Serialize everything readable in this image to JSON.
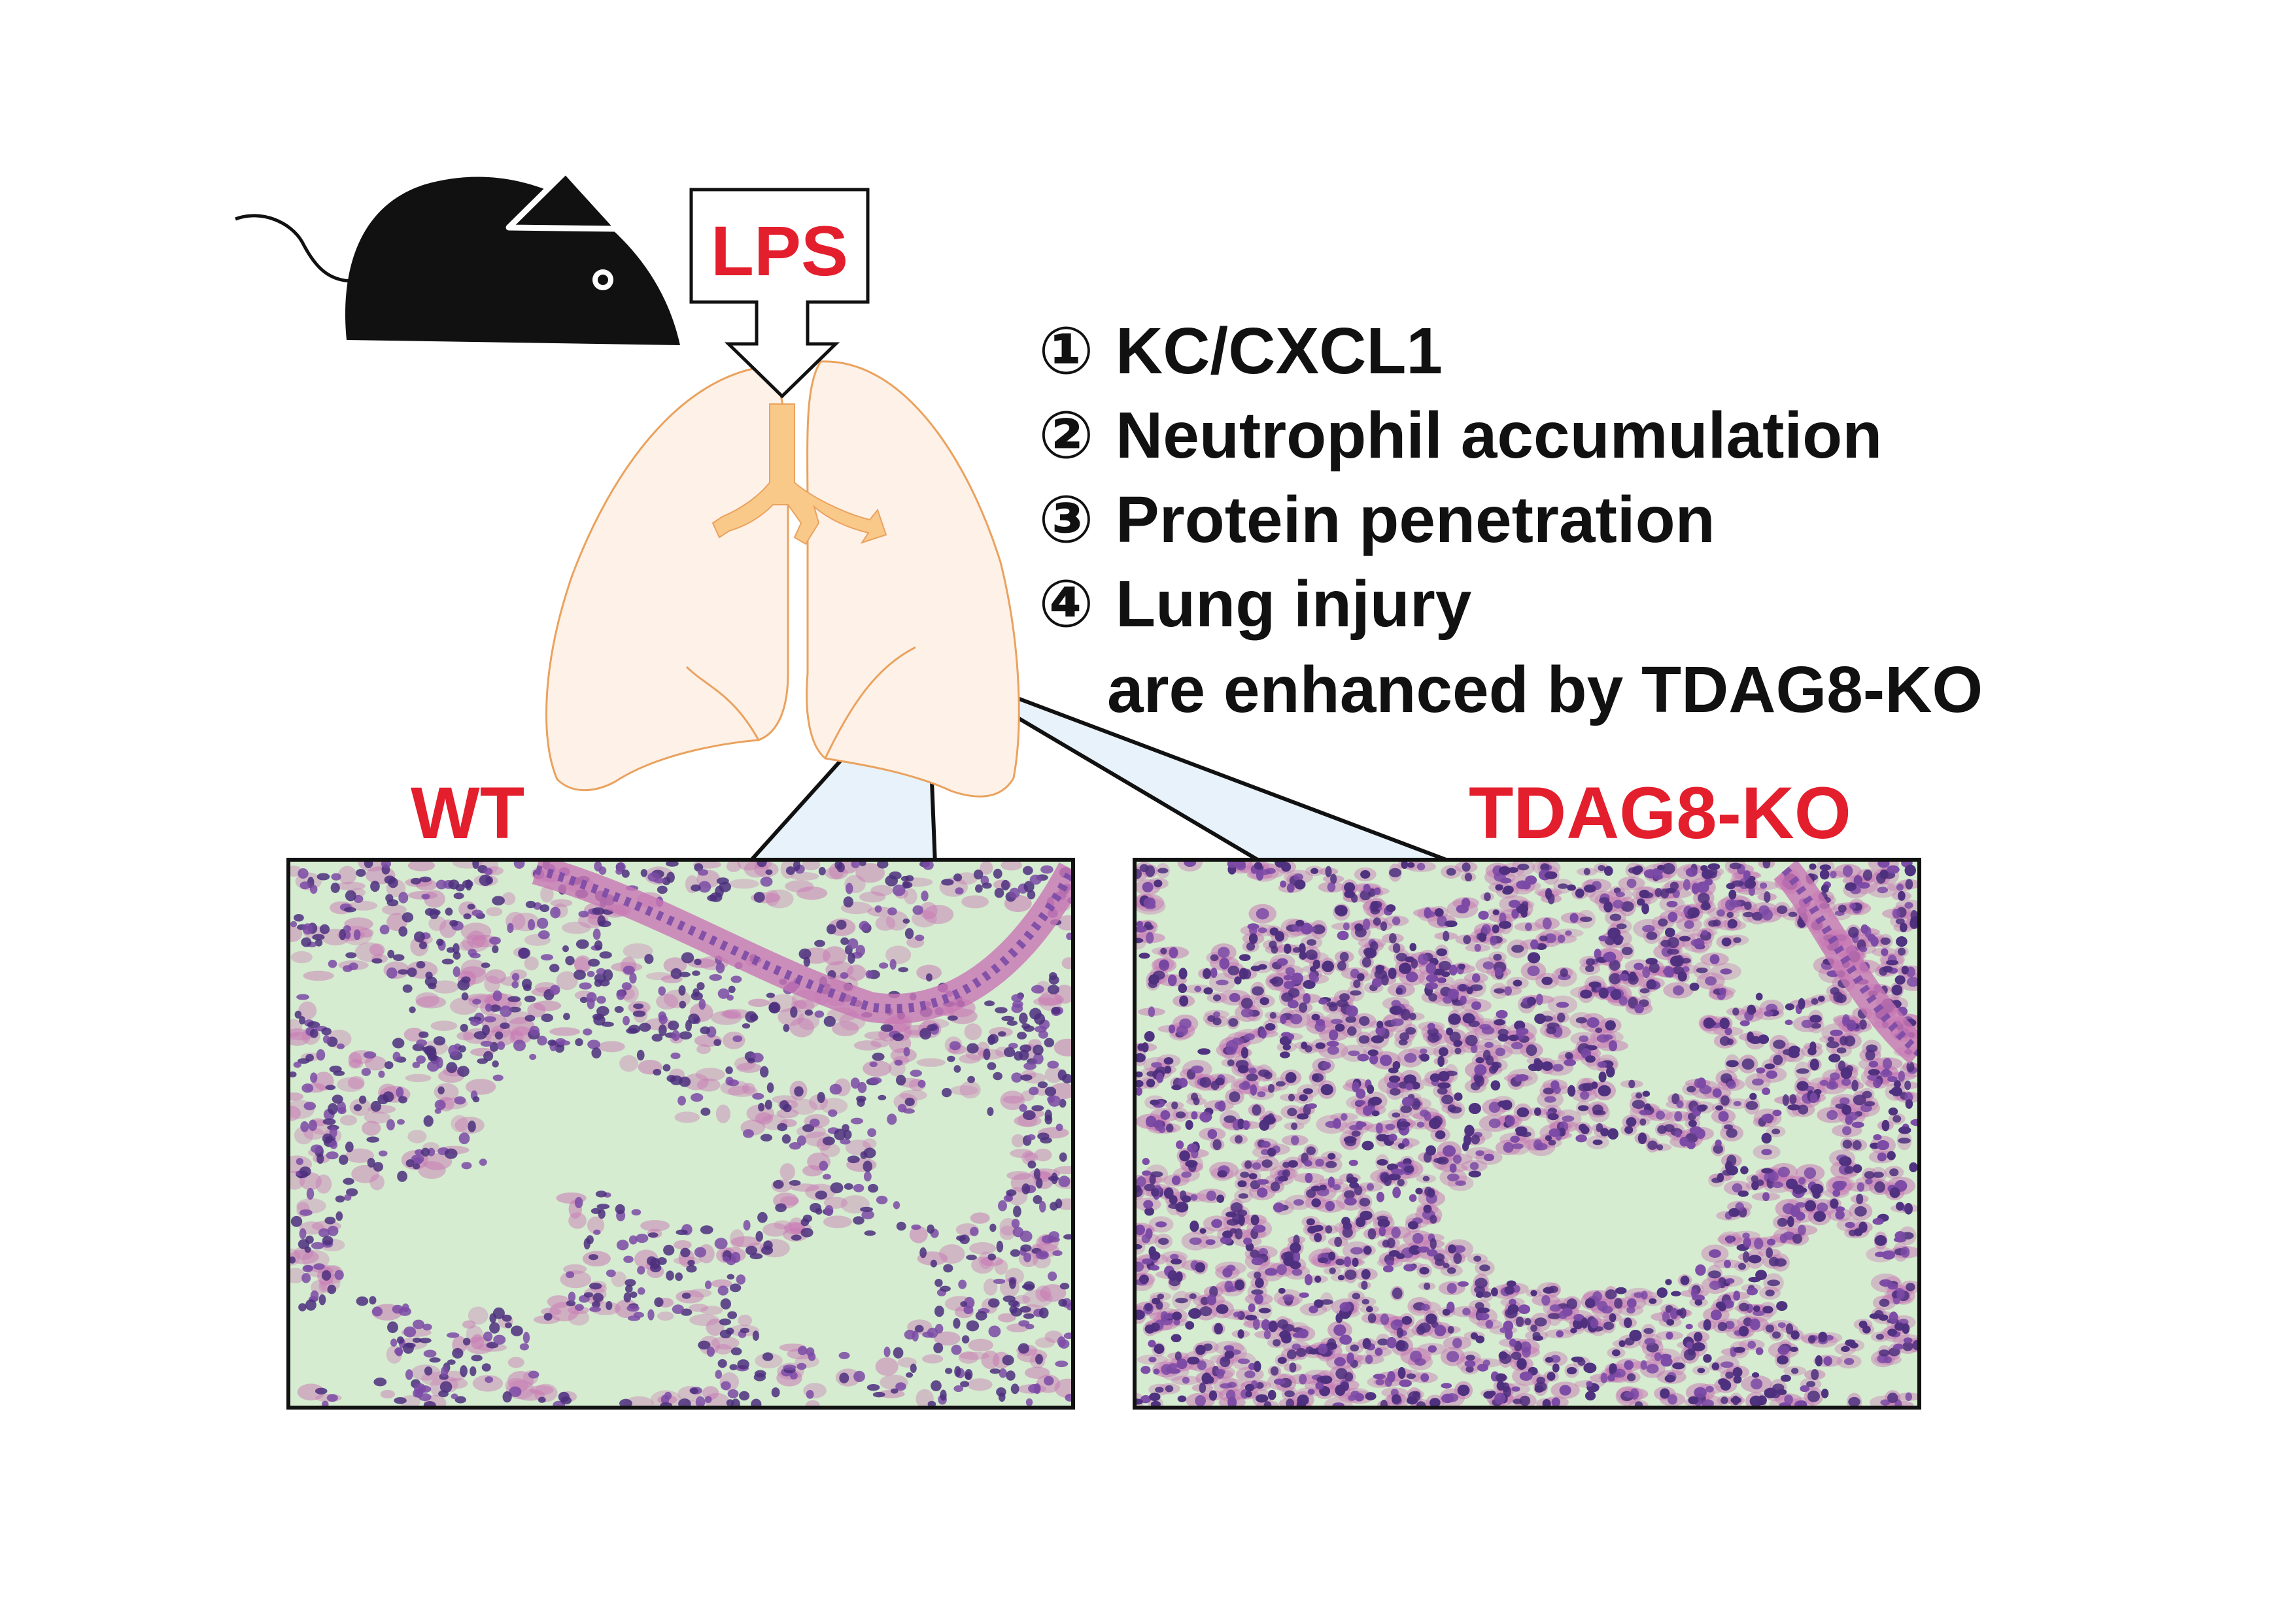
{
  "stimulus": {
    "label": "LPS"
  },
  "findings": [
    {
      "marker": "①",
      "text": "KC/CXCL1"
    },
    {
      "marker": "②",
      "text": "Neutrophil accumulation"
    },
    {
      "marker": "③",
      "text": "Protein penetration"
    },
    {
      "marker": "④",
      "text": "Lung injury"
    }
  ],
  "conclusion": "are enhanced by TDAG8-KO",
  "panels": [
    {
      "label": "WT"
    },
    {
      "label": "TDAG8-KO"
    }
  ],
  "colors": {
    "accent_red": "#e31e2d",
    "text": "#111111",
    "lung_fill": "#fdf1e8",
    "lung_outline": "#eaa25e",
    "trachea": "#f9c98a",
    "tissue_bg": "#d5ecd0",
    "cell_dark": "#4c2f7e",
    "cell_mid": "#7b4aa6",
    "cell_pink": "#c877b4",
    "zoom_fill": "#e8f2fa"
  },
  "icons": [
    "mouse-icon",
    "lungs-icon",
    "down-arrow-icon"
  ]
}
